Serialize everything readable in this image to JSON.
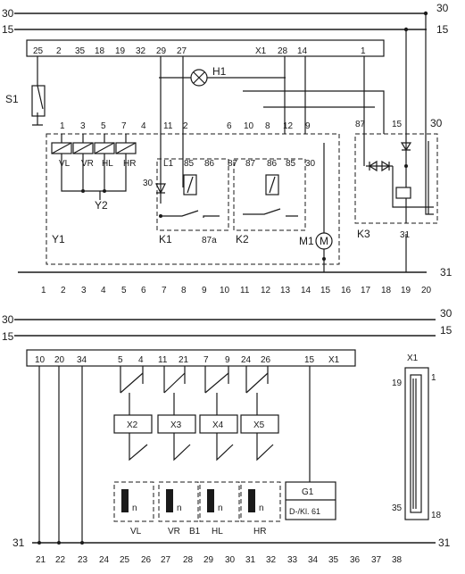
{
  "rails": {
    "top_30": "30",
    "top_15": "15",
    "top_31": "31",
    "bottom_30": "30",
    "bottom_15": "15",
    "bottom_31": "31"
  },
  "connector_top": {
    "name": "X1",
    "pins": [
      "25",
      "2",
      "35",
      "18",
      "19",
      "32",
      "29",
      "27",
      "28",
      "14",
      "1"
    ]
  },
  "connector_bottom": {
    "name": "X1",
    "pins": [
      "10",
      "20",
      "34",
      "5",
      "4",
      "11",
      "21",
      "7",
      "9",
      "24",
      "26",
      "15"
    ]
  },
  "components": {
    "S1": "S1",
    "H1": "H1",
    "Y1": "Y1",
    "Y2": "Y2",
    "K1": "K1",
    "K2": "K2",
    "K3": "K3",
    "M1": "M1",
    "M_symbol": "M",
    "X2": "X2",
    "X3": "X3",
    "X4": "X4",
    "X5": "X5",
    "B1": "B1",
    "G1": "G1",
    "G1_sub": "D-/Kl. 61"
  },
  "valves": [
    "VL",
    "VR",
    "HL",
    "HR"
  ],
  "valve_pins": [
    "1",
    "3",
    "5",
    "7"
  ],
  "sensor_labels": [
    "VL",
    "VR",
    "HL",
    "HR"
  ],
  "sensor_n": "n",
  "relay_pins": {
    "k1": [
      "11",
      "2",
      "L1",
      "85",
      "86",
      "30",
      "87a"
    ],
    "k2": [
      "6",
      "10",
      "8",
      "12",
      "87",
      "87",
      "86",
      "85"
    ],
    "k3": [
      "87",
      "15",
      "30",
      "31"
    ],
    "misc": [
      "4",
      "9",
      "30"
    ]
  },
  "plug": {
    "name": "X1",
    "pin_tl": "19",
    "pin_tr": "1",
    "pin_bl": "35",
    "pin_br": "18"
  },
  "grid_top": [
    "1",
    "2",
    "3",
    "4",
    "5",
    "6",
    "7",
    "8",
    "9",
    "10",
    "11",
    "12",
    "13",
    "14",
    "15",
    "16",
    "17",
    "18",
    "19",
    "20"
  ],
  "grid_bottom": [
    "21",
    "22",
    "23",
    "24",
    "25",
    "26",
    "27",
    "28",
    "29",
    "30",
    "31",
    "32",
    "33",
    "34",
    "35",
    "36",
    "37",
    "38"
  ]
}
